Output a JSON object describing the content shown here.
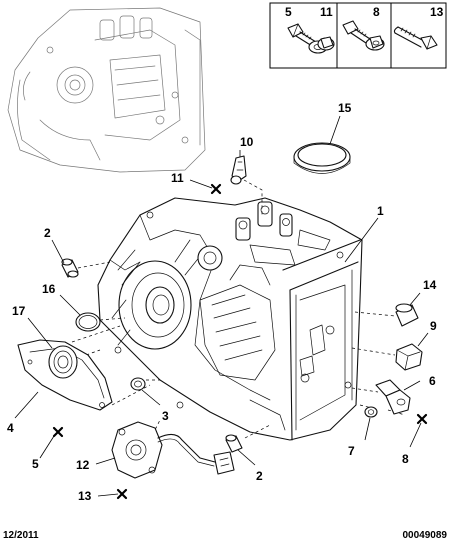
{
  "callouts": [
    {
      "id": "c1",
      "label": "1"
    },
    {
      "id": "c2a",
      "label": "2"
    },
    {
      "id": "c2b",
      "label": "2"
    },
    {
      "id": "c3",
      "label": "3"
    },
    {
      "id": "c4",
      "label": "4"
    },
    {
      "id": "c5",
      "label": "5"
    },
    {
      "id": "c6",
      "label": "6"
    },
    {
      "id": "c7",
      "label": "7"
    },
    {
      "id": "c8",
      "label": "8"
    },
    {
      "id": "c9",
      "label": "9"
    },
    {
      "id": "c10",
      "label": "10"
    },
    {
      "id": "c11",
      "label": "11"
    },
    {
      "id": "c12",
      "label": "12"
    },
    {
      "id": "c13",
      "label": "13"
    },
    {
      "id": "c14",
      "label": "14"
    },
    {
      "id": "c15",
      "label": "15"
    },
    {
      "id": "c16",
      "label": "16"
    },
    {
      "id": "c17",
      "label": "17"
    }
  ],
  "fastener_box": {
    "labels": [
      "5",
      "11",
      "8",
      "13"
    ]
  },
  "footer": {
    "date": "12/2011",
    "reference": "00049089"
  }
}
